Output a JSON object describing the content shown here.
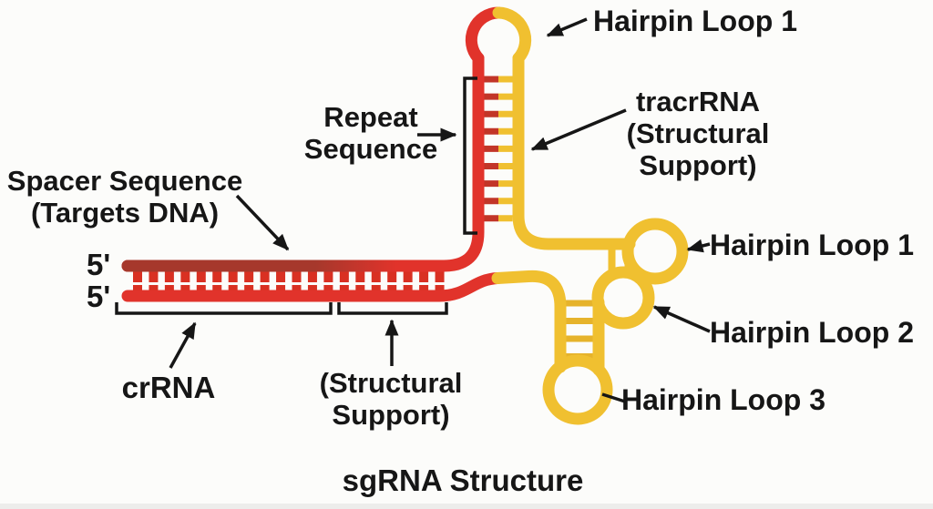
{
  "title": "sgRNA Structure",
  "labels": {
    "hairpin_loop_1_top": "Hairpin Loop 1",
    "tracrrna": "tracrRNA\n(Structural\nSupport)",
    "repeat_sequence": "Repeat\nSequence",
    "spacer_sequence": "Spacer Sequence\n(Targets DNA)",
    "five_prime_top": "5'",
    "five_prime_bottom": "5'",
    "crrna": "crRNA",
    "structural_support": "(Structural\nSupport)",
    "hairpin_loop_1_right": "Hairpin Loop 1",
    "hairpin_loop_2": "Hairpin Loop 2",
    "hairpin_loop_3": "Hairpin Loop 3"
  },
  "colors": {
    "red": "#E1332B",
    "dark_red": "#A6382C",
    "rung_red": "#C23528",
    "teeth_red": "#D93022",
    "yellow": "#F0C030",
    "yellow_dark": "#E6B32B",
    "ink": "#161616"
  },
  "structure": {
    "top_ladder_rungs": 9,
    "duplex_rungs": 20,
    "lower_ladder_rungs": 4,
    "mini_rungs": 2
  }
}
